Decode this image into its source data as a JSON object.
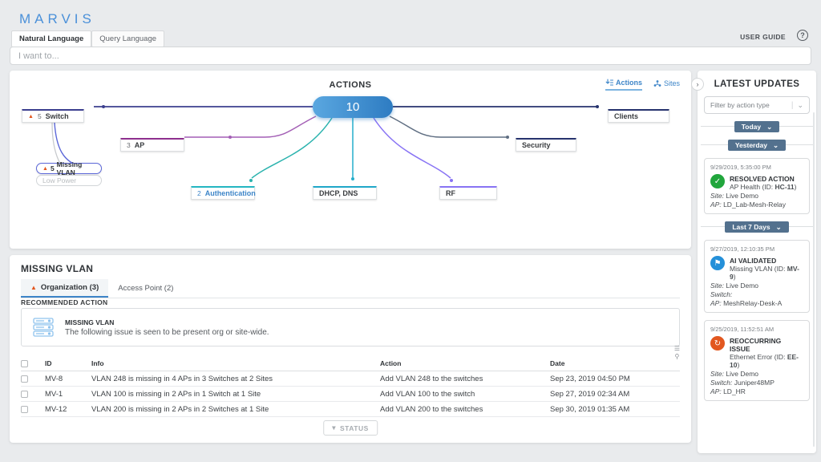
{
  "header": {
    "logo": "MARVIS",
    "tabs": [
      {
        "label": "Natural Language"
      },
      {
        "label": "Query Language"
      }
    ],
    "user_guide": "USER GUIDE",
    "help_glyph": "?"
  },
  "search": {
    "placeholder": "I want to..."
  },
  "graph": {
    "title": "ACTIONS",
    "view_toggle": [
      {
        "label": "Actions"
      },
      {
        "label": "Sites"
      }
    ],
    "center_value": "10",
    "nodes": [
      {
        "label": "Switch",
        "count": "5",
        "warning": "▲"
      },
      {
        "label": "AP",
        "count": "3"
      },
      {
        "label": "Authentication",
        "count": "2"
      },
      {
        "label": "DHCP, DNS"
      },
      {
        "label": "RF"
      },
      {
        "label": "Security"
      },
      {
        "label": "Clients"
      }
    ],
    "subnodes": [
      {
        "label": "Missing VLAN",
        "count": "5",
        "warning": "▲"
      },
      {
        "label": "Low Power"
      }
    ]
  },
  "sidebar": {
    "title": "LATEST UPDATES",
    "filter_placeholder": "Filter by action type",
    "caret": "⌄",
    "groups": [
      {
        "label": "Today"
      },
      {
        "label": "Yesterday"
      },
      {
        "label": "Last 7 Days"
      }
    ],
    "cards": [
      {
        "timestamp": "9/29/2019, 5:35:00 PM",
        "type": "RESOLVED ACTION",
        "icon_glyph": "✓",
        "subtitle_pre": "AP Health (ID: ",
        "subtitle_id": "HC-11",
        "subtitle_post": ")",
        "fields": [
          {
            "label": "Site:",
            "value": "Live Demo"
          },
          {
            "label": "AP:",
            "value": "LD_Lab-Mesh-Relay"
          }
        ]
      },
      {
        "timestamp": "9/27/2019, 12:10:35 PM",
        "type": "AI VALIDATED",
        "icon_glyph": "⚑",
        "subtitle_pre": "Missing VLAN (ID: ",
        "subtitle_id": "MV-9",
        "subtitle_post": ")",
        "fields": [
          {
            "label": "Site:",
            "value": "Live Demo"
          },
          {
            "label": "Switch:",
            "value": ""
          },
          {
            "label": "AP:",
            "value": "MeshRelay-Desk-A"
          }
        ]
      },
      {
        "timestamp": "9/25/2019, 11:52:51 AM",
        "type": "REOCCURRING ISSUE",
        "icon_glyph": "↻",
        "subtitle_pre": "Ethernet Error (ID: ",
        "subtitle_id": "EE-10",
        "subtitle_post": ")",
        "fields": [
          {
            "label": "Site:",
            "value": "Live Demo"
          },
          {
            "label": "Switch:",
            "value": "Juniper48MP"
          },
          {
            "label": "AP:",
            "value": "LD_HR"
          }
        ]
      }
    ]
  },
  "details": {
    "title": "MISSING VLAN",
    "tabs": [
      {
        "label": "Organization (3)",
        "warning": "▲"
      },
      {
        "label": "Access Point (2)"
      }
    ],
    "recommended_action_label": "RECOMMENDED ACTION",
    "recommendation": {
      "title": "MISSING VLAN",
      "description": "The following issue is seen to be present org or site-wide."
    },
    "table": {
      "columns": {
        "id": "ID",
        "info": "Info",
        "action": "Action",
        "date": "Date"
      },
      "rows": [
        {
          "id": "MV-8",
          "info": "VLAN 248 is missing in 4 APs in 3 Switches at 2 Sites",
          "action": "Add VLAN 248 to the switches",
          "date": "Sep 23, 2019 04:50 PM"
        },
        {
          "id": "MV-1",
          "info": "VLAN 100 is missing in 2 APs in 1 Switch at 1 Site",
          "action": "Add VLAN 100 to the switch",
          "date": "Sep 27, 2019 02:34 AM"
        },
        {
          "id": "MV-12",
          "info": "VLAN 200 is missing in 2 APs in 2 Switches at 1 Site",
          "action": "Add VLAN 200 to the switches",
          "date": "Sep 30, 2019 01:35 AM"
        }
      ]
    },
    "status_button": {
      "label": "STATUS",
      "caret": "▾"
    }
  },
  "colors": {
    "accent_blue": "#3d85c8",
    "logo_blue": "#4a90d9",
    "warning_orange": "#e2571f",
    "slate_button": "#53718e",
    "resolved_green": "#21a63c",
    "validated_blue": "#2490d9",
    "edge_switch": "#3c3f8f",
    "edge_ap": "#a35fb5",
    "edge_auth": "#2bb3ae",
    "edge_dhcp": "#24aecb",
    "edge_rf": "#8873f4",
    "edge_security": "#5f6e82",
    "edge_clients": "#27336e",
    "edge_missing_vlan": "#5b67d8"
  }
}
